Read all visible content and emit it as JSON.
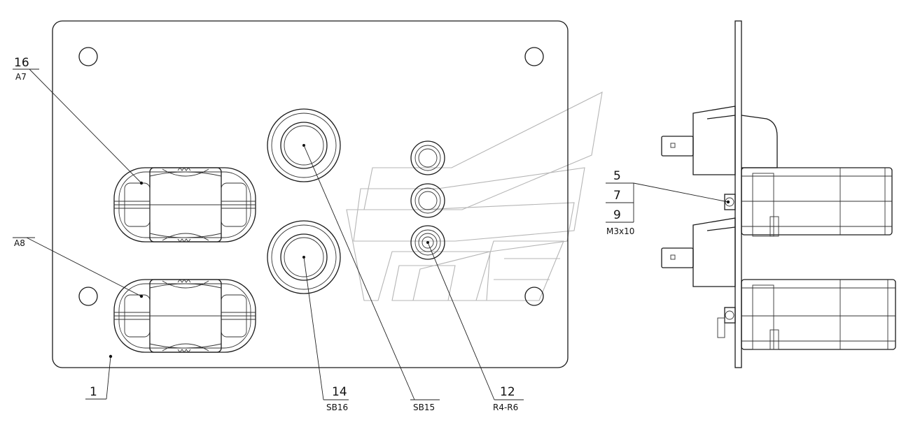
{
  "callouts": {
    "c16": {
      "number": "16",
      "ref": "A7"
    },
    "a8": {
      "ref": "A8"
    },
    "c1": {
      "number": "1"
    },
    "c14": {
      "number": "14",
      "ref": "SB16"
    },
    "sb15": {
      "ref": "SB15"
    },
    "c12": {
      "number": "12",
      "ref": "R4-R6"
    },
    "c5": {
      "number": "5"
    },
    "c7": {
      "number": "7"
    },
    "c9": {
      "number": "9"
    },
    "m3": {
      "ref": "M3x10"
    }
  },
  "colors": {
    "line": "#1a1a1a",
    "watermark": "#b5b5b5",
    "background": "#ffffff"
  }
}
